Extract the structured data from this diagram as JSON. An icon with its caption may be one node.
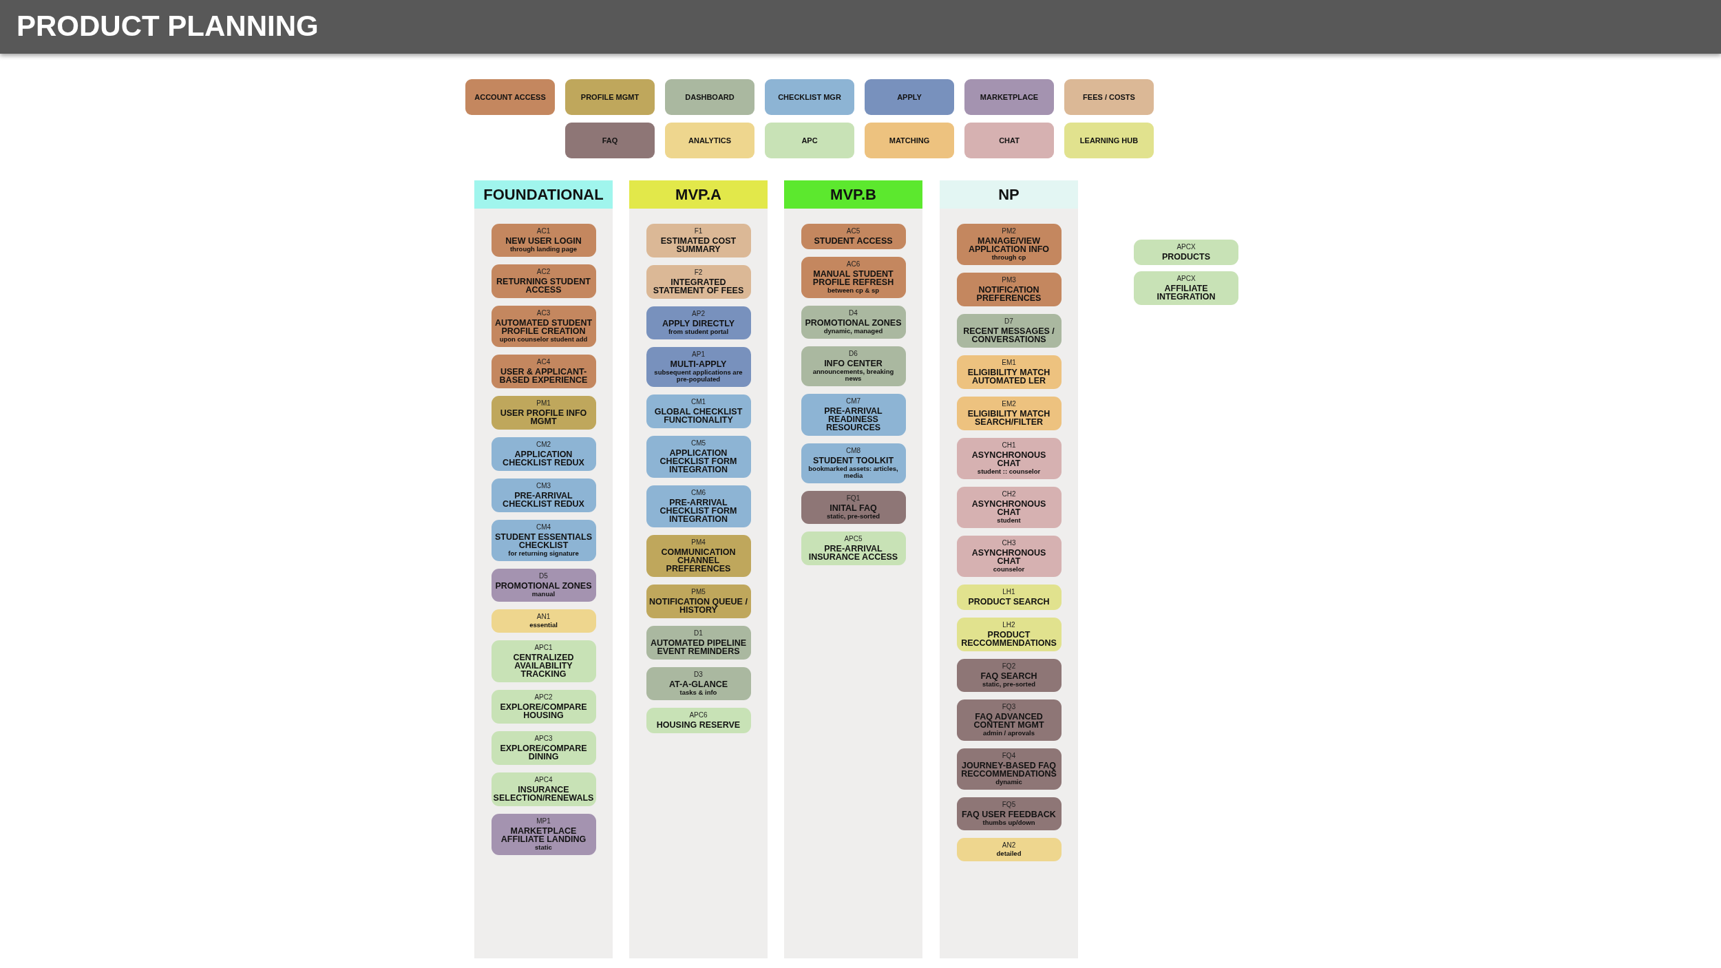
{
  "diagram": {
    "title": "PRODUCT PLANNING",
    "nodes": [
      {
        "text": [
          "FOUNDATIONAL"
        ]
      },
      {
        "text": [
          "AC1",
          "NEW USER LOGIN",
          "through landing page"
        ],
        "in": 0
      },
      {
        "text": [
          "AC2",
          "RETURNING STUDENT ACCESS"
        ],
        "in": 0
      },
      {
        "text": [
          "AC3",
          "AUTOMATED STUDENT PROFILE CREATION",
          "upon counselor student add"
        ],
        "in": 0
      },
      {
        "text": [
          "AC4",
          "USER & APPLICANT-BASED EXPERIENCE"
        ],
        "in": 0
      },
      {
        "text": [
          "PM1",
          "USER PROFILE INFO MGMT"
        ],
        "in": 0
      },
      {
        "text": [
          "CM2",
          "APPLICATION CHECKLIST REDUX"
        ],
        "in": 0
      },
      {
        "text": [
          "CM3",
          "PRE-ARRIVAL CHECKLIST REDUX"
        ],
        "in": 0
      },
      {
        "text": [
          "CM4",
          "STUDENT ESSENTIALS CHECKLIST",
          "for returning signature"
        ],
        "in": 0
      },
      {
        "text": [
          "D5",
          "PROMOTIONAL ZONES",
          "manual"
        ],
        "in": 0
      },
      {
        "text": [
          "AN1",
          "essential"
        ],
        "in": 0
      },
      {
        "text": [
          "APC1",
          "CENTRALIZED AVAILABILITY TRACKING"
        ],
        "in": 0
      },
      {
        "text": [
          "APC2",
          "EXPLORE/COMPARE HOUSING"
        ],
        "in": 0
      },
      {
        "text": [
          "APC3",
          "EXPLORE/COMPARE DINING"
        ],
        "in": 0
      },
      {
        "text": [
          "APC4",
          "INSURANCE SELECTION/RENEWALS"
        ],
        "in": 0
      },
      {
        "text": [
          "MP1",
          "MARKETPLACE AFFILIATE LANDING",
          "static"
        ],
        "in": 0
      },
      {
        "text": [
          "MVP.A"
        ]
      },
      {
        "text": [
          "F1",
          "ESTIMATED COST SUMMARY"
        ],
        "in": 16
      },
      {
        "text": [
          "F2",
          "INTEGRATED STATEMENT OF FEES"
        ],
        "in": 16
      },
      {
        "text": [
          "AP2",
          "APPLY DIRECTLY",
          "from student portal"
        ],
        "in": 16
      },
      {
        "text": [
          "AP1",
          "MULTI-APPLY",
          "subsequent applications are pre-populated"
        ],
        "in": 16
      },
      {
        "text": [
          "CM1",
          "GLOBAL CHECKLIST FUNCTIONALITY"
        ],
        "in": 16
      },
      {
        "text": [
          "CM5",
          "APPLICATION CHECKLIST FORM INTEGRATION"
        ],
        "in": 16
      },
      {
        "text": [
          "CM6",
          "PRE-ARRIVAL CHECKLIST FORM INTEGRATION"
        ],
        "in": 16
      },
      {
        "text": [
          "PM4",
          "COMMUNICATION CHANNEL PREFERENCES"
        ],
        "in": 16
      },
      {
        "text": [
          "PM5",
          "NOTIFICATION QUEUE / HISTORY"
        ],
        "in": 16
      },
      {
        "text": [
          "D1",
          "AUTOMATED PIPELINE EVENT REMINDERS"
        ],
        "in": 16
      },
      {
        "text": [
          "D3",
          "AT-A-GLANCE",
          "tasks & info"
        ],
        "in": 16
      },
      {
        "text": [
          "APC6",
          "HOUSING RESERVE"
        ],
        "in": 16
      },
      {
        "text": [
          "MVP.B"
        ]
      },
      {
        "text": [
          "AC5",
          "STUDENT ACCESS"
        ],
        "in": 29
      },
      {
        "text": [
          "AC6",
          "MANUAL STUDENT PROFILE REFRESH",
          "between cp & sp"
        ],
        "in": 29
      },
      {
        "text": [
          "D4",
          "PROMOTIONAL ZONES",
          "dynamic, managed"
        ],
        "in": 29
      },
      {
        "text": [
          "D6",
          "INFO CENTER",
          "announcements, breaking news"
        ],
        "in": 29
      },
      {
        "text": [
          "CM7",
          "PRE-ARRIVAL READINESS RESOURCES"
        ],
        "in": 29
      },
      {
        "text": [
          "CM8",
          "STUDENT TOOLKIT",
          "bookmarked assets: articles, media"
        ],
        "in": 29
      },
      {
        "text": [
          "FQ1",
          "INITAL FAQ",
          "static, pre-sorted"
        ],
        "in": 29
      },
      {
        "text": [
          "APC5",
          "PRE-ARRIVAL INSURANCE ACCESS"
        ],
        "in": 29
      },
      {
        "text": [
          "NP"
        ]
      },
      {
        "text": [
          "PM2",
          "MANAGE/VIEW APPLICATION INFO",
          "through cp"
        ],
        "in": 38
      },
      {
        "text": [
          "PM3",
          "NOTIFICATION PREFERENCES"
        ],
        "in": 38
      },
      {
        "text": [
          "D7",
          "RECENT MESSAGES / CONVERSATIONS"
        ],
        "in": 38
      },
      {
        "text": [
          "EM1",
          "ELIGIBILITY MATCH AUTOMATED LER"
        ],
        "in": 38
      },
      {
        "text": [
          "EM2",
          "ELIGIBILITY MATCH SEARCH/FILTER"
        ],
        "in": 38
      },
      {
        "text": [
          "CH1",
          "ASYNCHRONOUS CHAT",
          "student :: counselor"
        ],
        "in": 38
      },
      {
        "text": [
          "CH2",
          "ASYNCHRONOUS CHAT",
          "student"
        ],
        "in": 38
      },
      {
        "text": [
          "CH3",
          "ASYNCHRONOUS CHAT",
          "counselor"
        ],
        "in": 38
      },
      {
        "text": [
          "LH1",
          "PRODUCT SEARCH"
        ],
        "in": 38
      },
      {
        "text": [
          "LH2",
          "PRODUCT RECCOMMENDATIONS"
        ],
        "in": 38
      },
      {
        "text": [
          "FQ2",
          "FAQ SEARCH",
          "static, pre-sorted"
        ],
        "in": 38
      },
      {
        "text": [
          "FQ3",
          "FAQ ADVANCED CONTENT MGMT",
          "admin / aprovals"
        ],
        "in": 38
      },
      {
        "text": [
          "FQ4",
          "JOURNEY-BASED FAQ RECCOMMENDATIONS",
          "dynamic"
        ],
        "in": 38
      },
      {
        "text": [
          "FQ5",
          "FAQ USER FEEDBACK",
          "thumbs up/down"
        ],
        "in": 38
      },
      {
        "text": [
          "AN2",
          "detailed"
        ],
        "in": 38
      },
      {
        "text": [
          "APCX",
          "PRODUCTS"
        ]
      },
      {
        "text": [
          "APCX",
          "AFFILIATE INTEGRATION"
        ]
      }
    ],
    "legend": [
      {
        "text": "ACCOUNT ACCESS",
        "color": "#c4875f"
      },
      {
        "text": "PROFILE MGMT",
        "color": "#bfa75c"
      },
      {
        "text": "DASHBOARD",
        "color": "#aab8a0"
      },
      {
        "text": "CHECKLIST MGR",
        "color": "#8db4d4"
      },
      {
        "text": "APPLY",
        "color": "#7891bd"
      },
      {
        "text": "MARKETPLACE",
        "color": "#a493b0"
      },
      {
        "text": "FEES / COSTS",
        "color": "#dbb896"
      },
      {
        "text": "FAQ",
        "color": "#8e7676"
      },
      {
        "text": "ANALYTICS",
        "color": "#eed68e"
      },
      {
        "text": "APC",
        "color": "#c8e2b6"
      },
      {
        "text": "MATCHING",
        "color": "#edc27f"
      },
      {
        "text": "CHAT",
        "color": "#d6b1b1"
      },
      {
        "text": "LEARNING HUB",
        "color": "#e1e28e"
      }
    ]
  }
}
